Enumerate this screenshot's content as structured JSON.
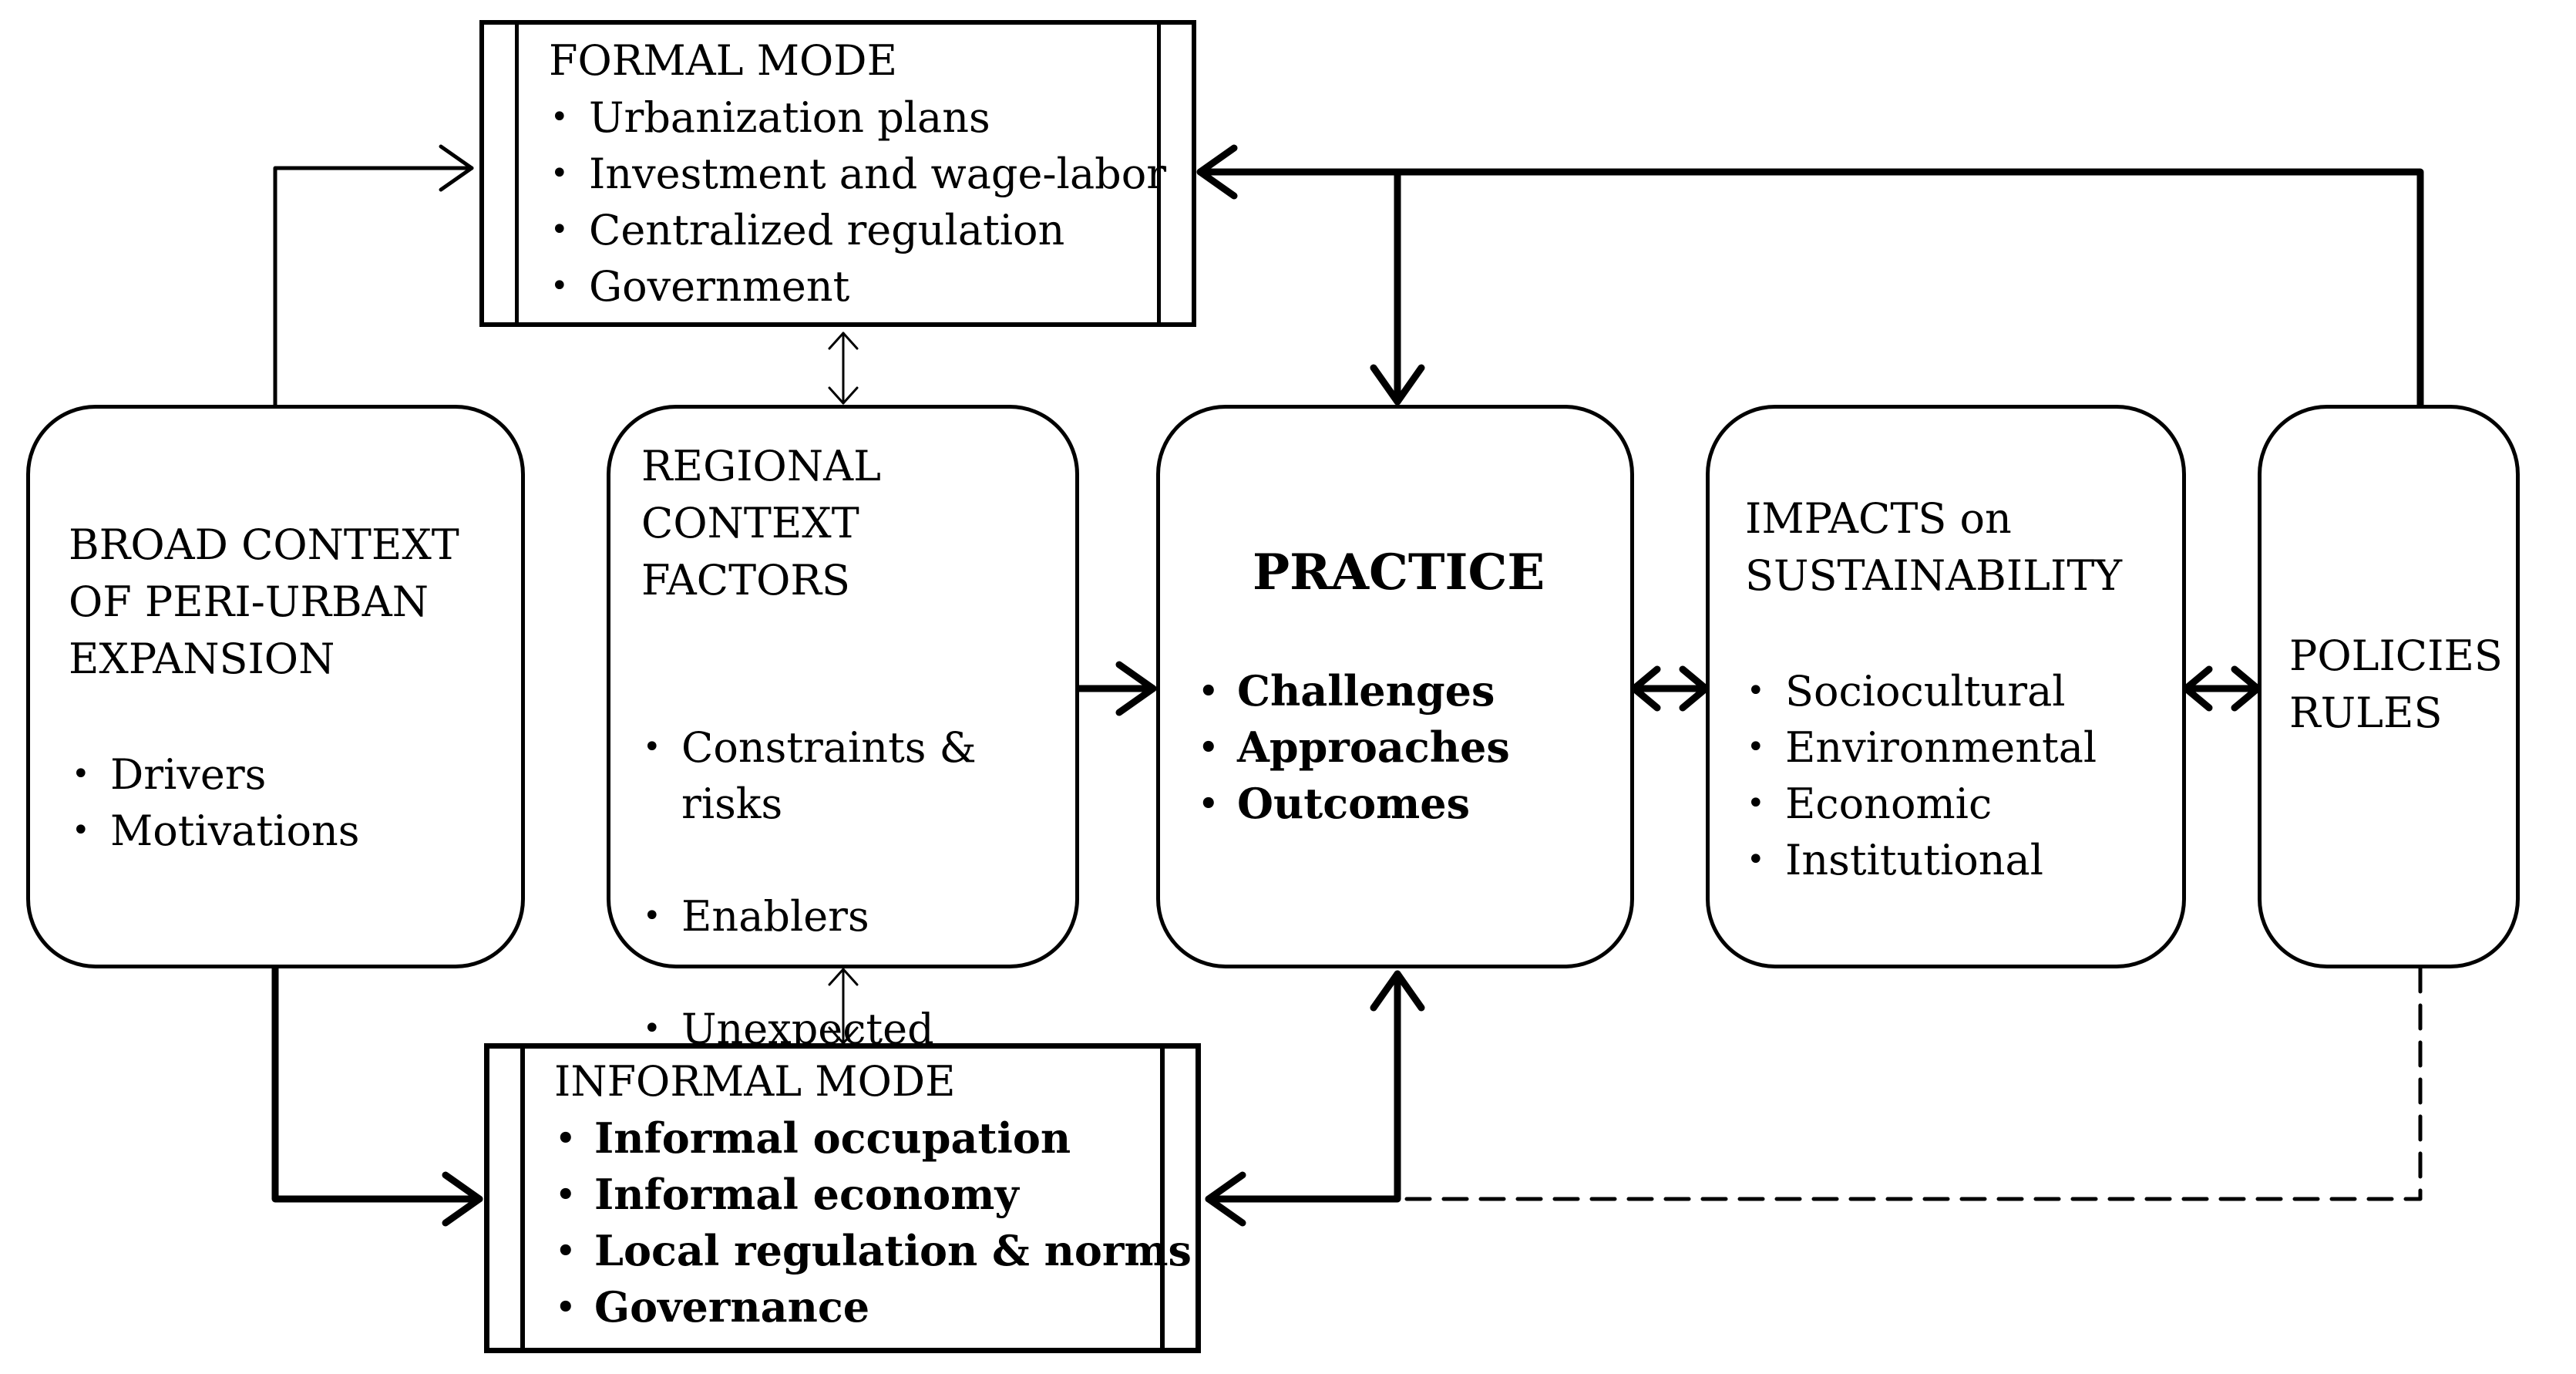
{
  "formal_mode": {
    "title": "FORMAL MODE",
    "items": [
      "Urbanization plans",
      "Investment and wage-labor",
      "Centralized regulation",
      "Government"
    ]
  },
  "informal_mode": {
    "title": "INFORMAL MODE",
    "items": [
      "Informal occupation",
      "Informal economy",
      "Local regulation & norms",
      "Governance"
    ]
  },
  "broad_context": {
    "title": "BROAD CONTEXT\nOF PERI-URBAN\nEXPANSION",
    "items": [
      "Drivers",
      "Motivations"
    ]
  },
  "regional_context": {
    "title": "REGIONAL\nCONTEXT\nFACTORS",
    "items": [
      "Constraints &\nrisks",
      "Enablers",
      "Unexpected\nevents"
    ]
  },
  "practice": {
    "title": "PRACTICE",
    "items": [
      "Challenges",
      "Approaches",
      "Outcomes"
    ]
  },
  "impacts": {
    "title": "IMPACTS on\nSUSTAINABILITY",
    "items": [
      "Sociocultural",
      "Environmental",
      "Economic",
      "Institutional"
    ]
  },
  "policies": {
    "title": "POLICIES\nRULES"
  }
}
